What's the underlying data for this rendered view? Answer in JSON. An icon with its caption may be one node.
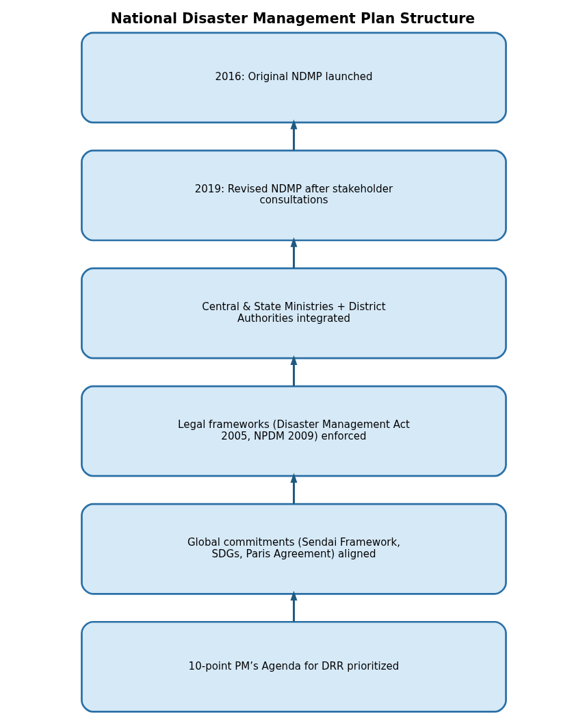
{
  "diagram": {
    "title": "National Disaster Management Plan Structure",
    "nodes": [
      {
        "text": [
          "2016: Original NDMP launched"
        ]
      },
      {
        "text": [
          "2019: Revised NDMP after stakeholder consultations"
        ]
      },
      {
        "text": [
          "Central & State Ministries + District Authorities integrated"
        ]
      },
      {
        "text": [
          "Legal frameworks (Disaster Management Act 2005, NPDM 2009) enforced"
        ]
      },
      {
        "text": [
          "Global commitments (Sendai Framework, SDGs, Paris Agreement) aligned"
        ]
      },
      {
        "text": [
          "10-point PM’s Agenda for DRR prioritized"
        ]
      }
    ],
    "edges": [
      {
        "from": 1,
        "to": 0,
        "arrow": "to"
      },
      {
        "from": 2,
        "to": 1,
        "arrow": "to"
      },
      {
        "from": 3,
        "to": 2,
        "arrow": "to"
      },
      {
        "from": 4,
        "to": 3,
        "arrow": "to"
      },
      {
        "from": 5,
        "to": 4,
        "arrow": "to"
      }
    ]
  }
}
